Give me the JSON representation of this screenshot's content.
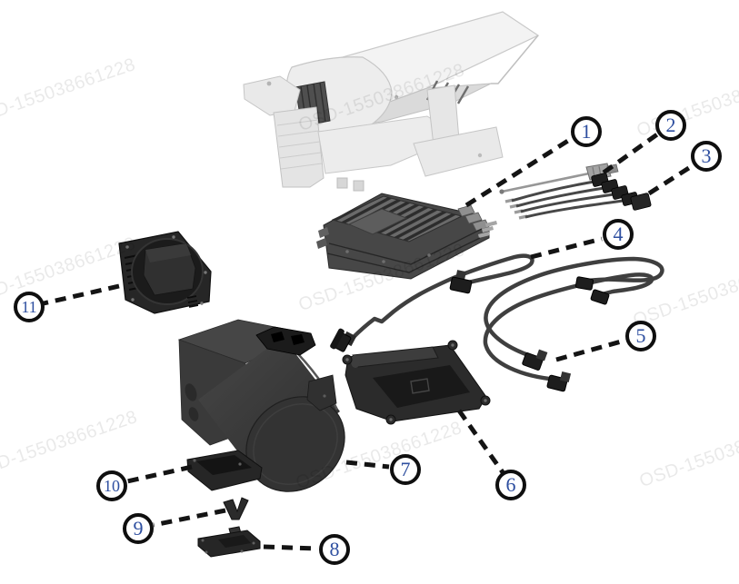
{
  "figure": {
    "type": "exploded-parts-diagram",
    "background": "#ffffff"
  },
  "watermark": {
    "text": "OSD-155038661228"
  },
  "style": {
    "callout_number_color": "#2e4fa0",
    "callout_border_color": "#0f0f0f",
    "leader_line_color": "#141414"
  },
  "callouts": {
    "c1": {
      "label": "1"
    },
    "c2": {
      "label": "2"
    },
    "c3": {
      "label": "3"
    },
    "c4": {
      "label": "4"
    },
    "c5": {
      "label": "5"
    },
    "c6": {
      "label": "6"
    },
    "c7": {
      "label": "7"
    },
    "c8": {
      "label": "8"
    },
    "c9": {
      "label": "9"
    },
    "c10": {
      "label": "10"
    },
    "c11": {
      "label": "11"
    }
  }
}
